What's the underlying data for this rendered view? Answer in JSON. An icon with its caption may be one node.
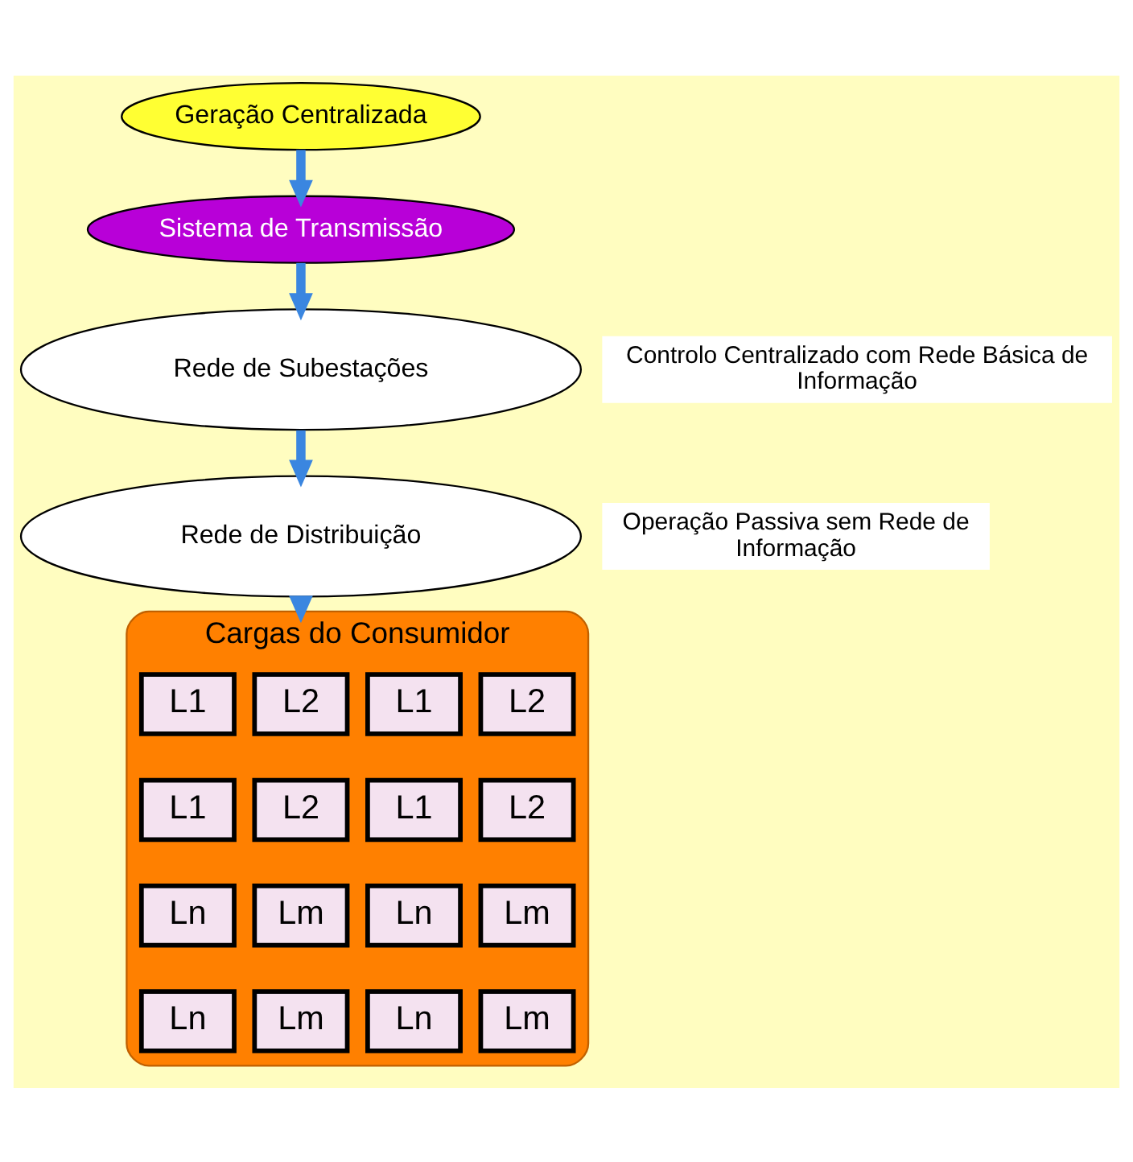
{
  "diagram": {
    "nodes": [
      {
        "text": [
          "Geração Centralizada"
        ]
      },
      {
        "text": [
          "Sistema de Transmissão"
        ]
      },
      {
        "text": [
          "Rede de Subestações"
        ]
      },
      {
        "text": [
          "Rede de Distribuição"
        ]
      },
      {
        "text": [
          "Cargas do Consumidor"
        ]
      },
      {
        "text": [
          "L1"
        ],
        "in": 4
      },
      {
        "text": [
          "L2"
        ],
        "in": 4
      },
      {
        "text": [
          "L1"
        ],
        "in": 4
      },
      {
        "text": [
          "L2"
        ],
        "in": 4
      },
      {
        "text": [
          "L1"
        ],
        "in": 4
      },
      {
        "text": [
          "L2"
        ],
        "in": 4
      },
      {
        "text": [
          "L1"
        ],
        "in": 4
      },
      {
        "text": [
          "L2"
        ],
        "in": 4
      },
      {
        "text": [
          "Ln"
        ],
        "in": 4
      },
      {
        "text": [
          "Lm"
        ],
        "in": 4
      },
      {
        "text": [
          "Ln"
        ],
        "in": 4
      },
      {
        "text": [
          "Lm"
        ],
        "in": 4
      },
      {
        "text": [
          "Ln"
        ],
        "in": 4
      },
      {
        "text": [
          "Lm"
        ],
        "in": 4
      },
      {
        "text": [
          "Ln"
        ],
        "in": 4
      },
      {
        "text": [
          "Lm"
        ],
        "in": 4
      }
    ],
    "edges": [
      {
        "from": 0,
        "to": 1,
        "arrow": "to"
      },
      {
        "from": 1,
        "to": 2,
        "arrow": "to"
      },
      {
        "from": 2,
        "to": 3,
        "arrow": "to"
      },
      {
        "from": 3,
        "to": 4,
        "arrow": "to"
      }
    ],
    "labels": [
      "Controlo Centralizado com Rede Básica de Informação",
      "Operação Passiva sem Rede de Informação"
    ]
  }
}
